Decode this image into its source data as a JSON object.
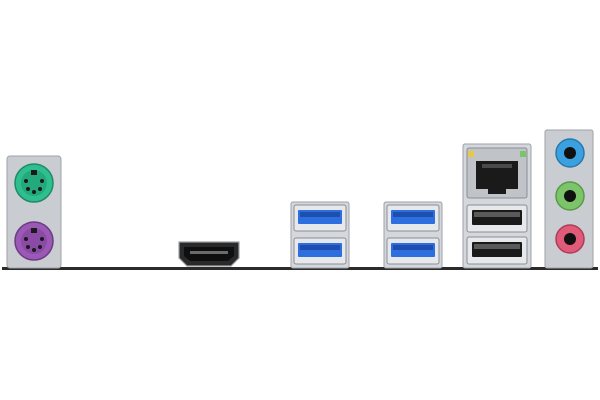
{
  "panel": {
    "type": "motherboard rear I/O panel",
    "colors": {
      "background": "#ffffff",
      "baseline": "#2b2b2b",
      "bracket": "#c9ccd0",
      "bracket_edge": "#9ea2a8",
      "ps2_keyboard": "#9b59b6",
      "ps2_mouse": "#2fbf8f",
      "usb3": "#2e6fe0",
      "hdmi": "#1a1a1a",
      "audio_line_in": "#3aa0e0",
      "audio_line_out": "#7cc46a",
      "audio_mic": "#e05a7a"
    },
    "ports": [
      {
        "name": "ps2-mouse-port",
        "icon": "ps2-mouse-icon",
        "color": "#2fbf8f"
      },
      {
        "name": "ps2-keyboard-port",
        "icon": "ps2-keyboard-icon",
        "color": "#9b59b6"
      },
      {
        "name": "hdmi-port",
        "icon": "hdmi-icon"
      },
      {
        "name": "usb3-stack-1",
        "icon": "usb3-icon",
        "count": 2,
        "color": "#2e6fe0"
      },
      {
        "name": "usb3-stack-2",
        "icon": "usb3-icon",
        "count": 2,
        "color": "#2e6fe0"
      },
      {
        "name": "lan-usb-stack",
        "icon": "rj45-icon",
        "usb2_count": 2
      },
      {
        "name": "audio-jacks",
        "icon": "audio-jack-icon",
        "count": 3,
        "colors": [
          "#3aa0e0",
          "#7cc46a",
          "#e05a7a"
        ]
      }
    ]
  }
}
